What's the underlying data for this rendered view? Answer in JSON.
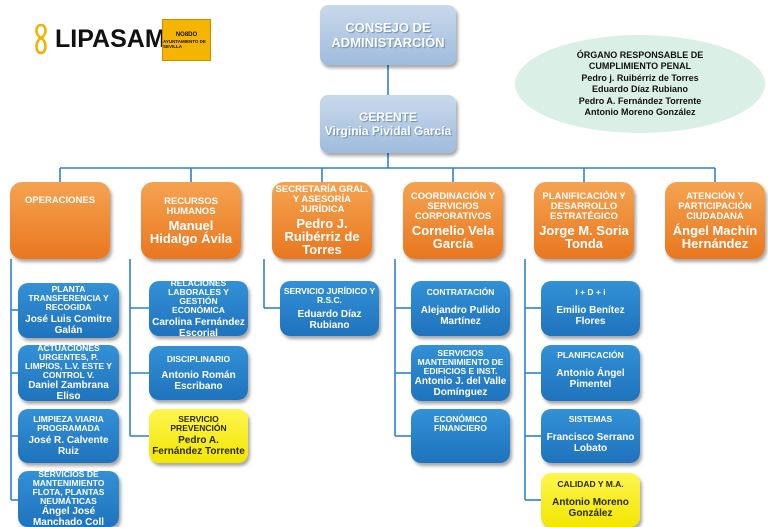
{
  "logo": {
    "brand": "LIPASAM",
    "seal_line1": "NO8DO",
    "seal_line2": "AYUNTAMIENTO DE SEVILLA"
  },
  "board": {
    "title": "CONSEJO DE ADMINISTARCIÓN"
  },
  "compliance": {
    "title": "ÓRGANO RESPONSABLE DE CUMPLIMIENTO PENAL",
    "members": [
      "Pedro j. Ruibérriz de Torres",
      "Eduardo Díaz Rubiano",
      "Pedro A. Fernández Torrente",
      "Antonio Moreno González"
    ]
  },
  "manager": {
    "title": "GERENTE",
    "name": "Virginia Pividal García"
  },
  "departments": [
    {
      "title": "OPERACIONES",
      "name": "",
      "units": [
        {
          "title": "PLANTA TRANSFERENCIA Y RECOGIDA",
          "name": "José Luis Comitre Galán",
          "color": "blue"
        },
        {
          "title": "ACTUACIONES URGENTES, P. LIMPIOS, L.V. ESTE Y CONTROL V.",
          "name": "Daniel Zambrana Eliso",
          "color": "blue"
        },
        {
          "title": "LIMPIEZA VIARIA PROGRAMADA",
          "name": "José R. Calvente Ruiz",
          "color": "blue"
        },
        {
          "title": "SERVICIOS DE MANTENIMIENTO FLOTA, PLANTAS NEUMÁTICAS",
          "name": "Ángel José Manchado Coll",
          "color": "blue"
        }
      ]
    },
    {
      "title": "RECURSOS HUMANOS",
      "name": "Manuel Hidalgo Ávila",
      "units": [
        {
          "title": "RELACIONES LABORALES Y GESTIÓN ECONÓMICA",
          "name": "Carolina Fernández Escorial",
          "color": "blue"
        },
        {
          "title": "DISCIPLINARIO",
          "name": "Antonio Román Escribano",
          "color": "blue"
        },
        {
          "title": "SERVICIO PREVENCIÓN",
          "name": "Pedro A. Fernández Torrente",
          "color": "yellow"
        }
      ]
    },
    {
      "title": "SECRETARÍA GRAL. Y ASESORÍA JURÍDICA",
      "name": "Pedro J. Ruibérriz de Torres",
      "units": [
        {
          "title": "SERVICIO JURÍDICO Y R.S.C.",
          "name": "Eduardo Díaz Rubiano",
          "color": "blue"
        }
      ]
    },
    {
      "title": "COORDINACIÓN Y SERVICIOS CORPORATIVOS",
      "name": "Cornelio Vela García",
      "units": [
        {
          "title": "CONTRATACIÓN",
          "name": "Alejandro Pulido Martínez",
          "color": "blue"
        },
        {
          "title": "SERVICIOS MANTENIMIENTO DE EDIFICIOS E INST.",
          "name": "Antonio J. del Valle Domínguez",
          "color": "blue"
        },
        {
          "title": "ECONÓMICO FINANCIERO",
          "name": "",
          "color": "blue"
        }
      ]
    },
    {
      "title": "PLANIFICACIÓN Y DESARROLLO ESTRATÉGICO",
      "name": "Jorge M. Soria Tonda",
      "units": [
        {
          "title": "I + D + i",
          "name": "Emilio Benítez Flores",
          "color": "blue"
        },
        {
          "title": "PLANIFICACIÓN",
          "name": "Antonio Ángel Pimentel",
          "color": "blue"
        },
        {
          "title": "SISTEMAS",
          "name": "Francisco Serrano Lobato",
          "color": "blue"
        },
        {
          "title": "CALIDAD Y M.A.",
          "name": "Antonio Moreno González",
          "color": "yellow"
        }
      ]
    },
    {
      "title": "ATENCIÓN Y PARTICIPACIÓN CIUDADANA",
      "name": "Ángel Machín Hernández",
      "units": []
    }
  ]
}
